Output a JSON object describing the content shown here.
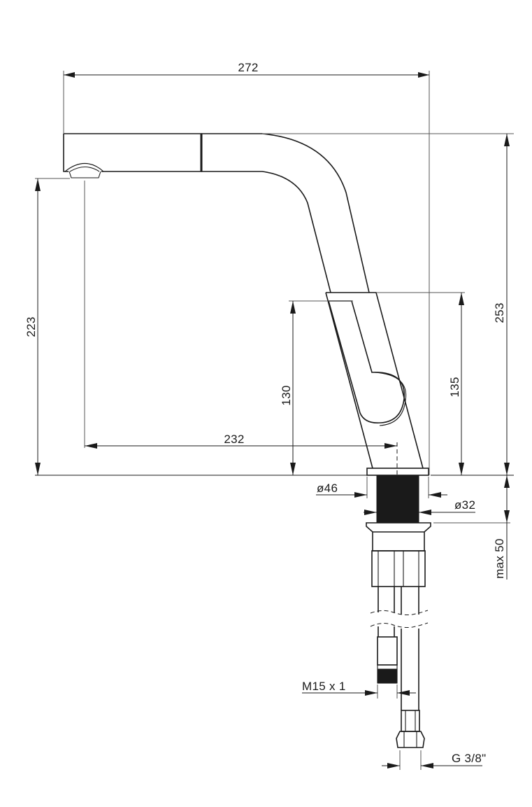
{
  "drawing": {
    "title": "Kitchen faucet with pull-out spout – dimensional drawing",
    "units": "mm",
    "line_color": "#1a1a1a",
    "background": "#ffffff"
  },
  "dimensions": {
    "overall_width": "272",
    "overall_height": "253",
    "spout_outlet_height": "223",
    "spout_reach": "232",
    "lever_height": "130",
    "body_height": "135",
    "base_diameter": "ø46",
    "mount_hole_diameter": "ø32",
    "max_deck_thickness": "max 50",
    "supply_thread": "M15 x 1",
    "connection_thread": "G 3/8\""
  }
}
